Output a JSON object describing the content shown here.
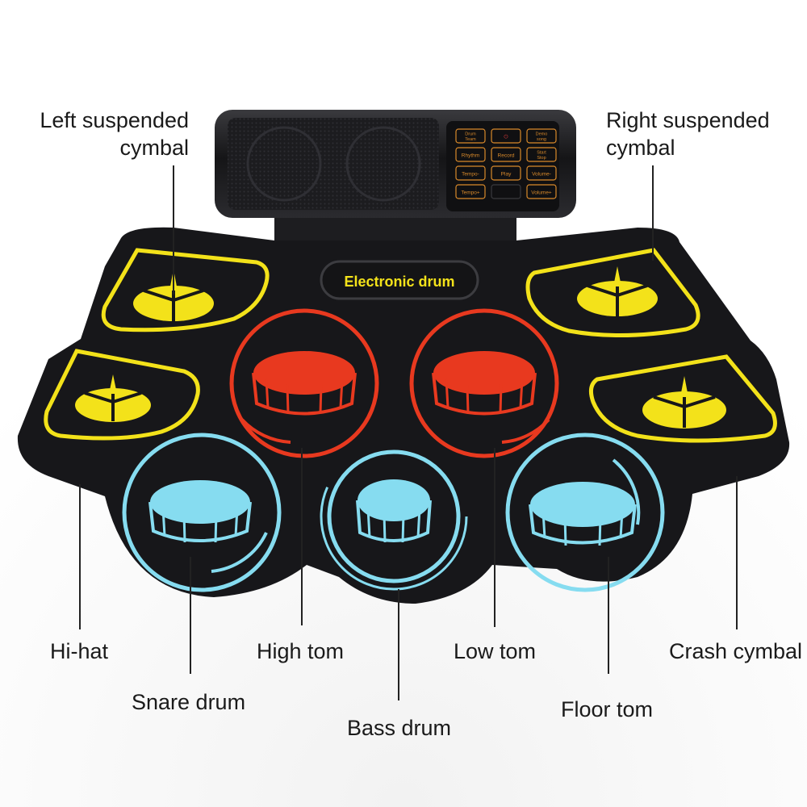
{
  "device": {
    "brand_label": "Electronic drum",
    "panel_buttons": [
      {
        "label": "Drum\nTeam"
      },
      {
        "label": "⏻"
      },
      {
        "label": "Demo\nsong"
      },
      {
        "label": "Rhythm"
      },
      {
        "label": "Record"
      },
      {
        "label": "Start\nStop"
      },
      {
        "label": "Tempo-"
      },
      {
        "label": "Play"
      },
      {
        "label": "Volume-"
      },
      {
        "label": "Tempo+"
      },
      {
        "label": ""
      },
      {
        "label": "Volume+"
      }
    ],
    "colors": {
      "mat": "#17171a",
      "cymbal": "#f3e21a",
      "tom_red": "#e8391f",
      "drum_blue": "#86dcf0",
      "panel_text": "#d98a2b"
    }
  },
  "labels": {
    "left_suspended_cymbal": [
      "Left suspended",
      "cymbal"
    ],
    "right_suspended_cymbal": [
      "Right suspended",
      "cymbal"
    ],
    "hi_hat": "Hi-hat",
    "high_tom": "High tom",
    "low_tom": "Low tom",
    "crash_cymbal": "Crash cymbal",
    "snare_drum": "Snare drum",
    "bass_drum": "Bass drum",
    "floor_tom": "Floor tom"
  }
}
